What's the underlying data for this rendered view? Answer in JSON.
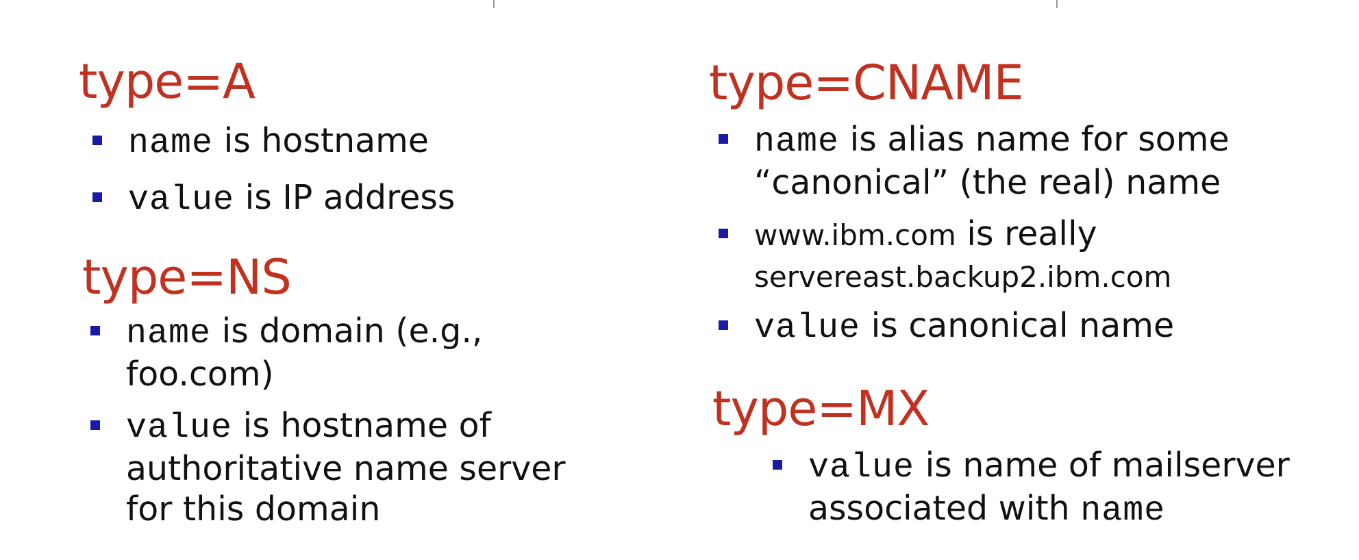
{
  "sections": {
    "a": {
      "heading": "type=A",
      "items": [
        {
          "code": "name",
          "text": " is hostname"
        },
        {
          "code": "value",
          "text": " is IP address"
        }
      ]
    },
    "ns": {
      "heading": "type=NS",
      "items": [
        {
          "code": "name",
          "text": " is domain (e.g., foo.com)"
        },
        {
          "code": "value",
          "text": "  is hostname of authoritative name server for this domain"
        }
      ]
    },
    "cname": {
      "heading": "type=CNAME",
      "items": [
        {
          "code": "name",
          "text": "  is alias name for some “canonical” (the real) name"
        },
        {
          "pre": "www.ibm.com",
          "text": " is really",
          "post": "servereast.backup2.ibm.com"
        },
        {
          "code": "value",
          "text": "  is canonical name"
        }
      ]
    },
    "mx": {
      "heading": "type=MX",
      "items": [
        {
          "code": "value",
          "text": " is name of mailserver associated with ",
          "code_end": "name"
        }
      ]
    }
  },
  "colors": {
    "heading": "#c0321f",
    "bullet": "#1a1aa6",
    "text": "#111111"
  }
}
